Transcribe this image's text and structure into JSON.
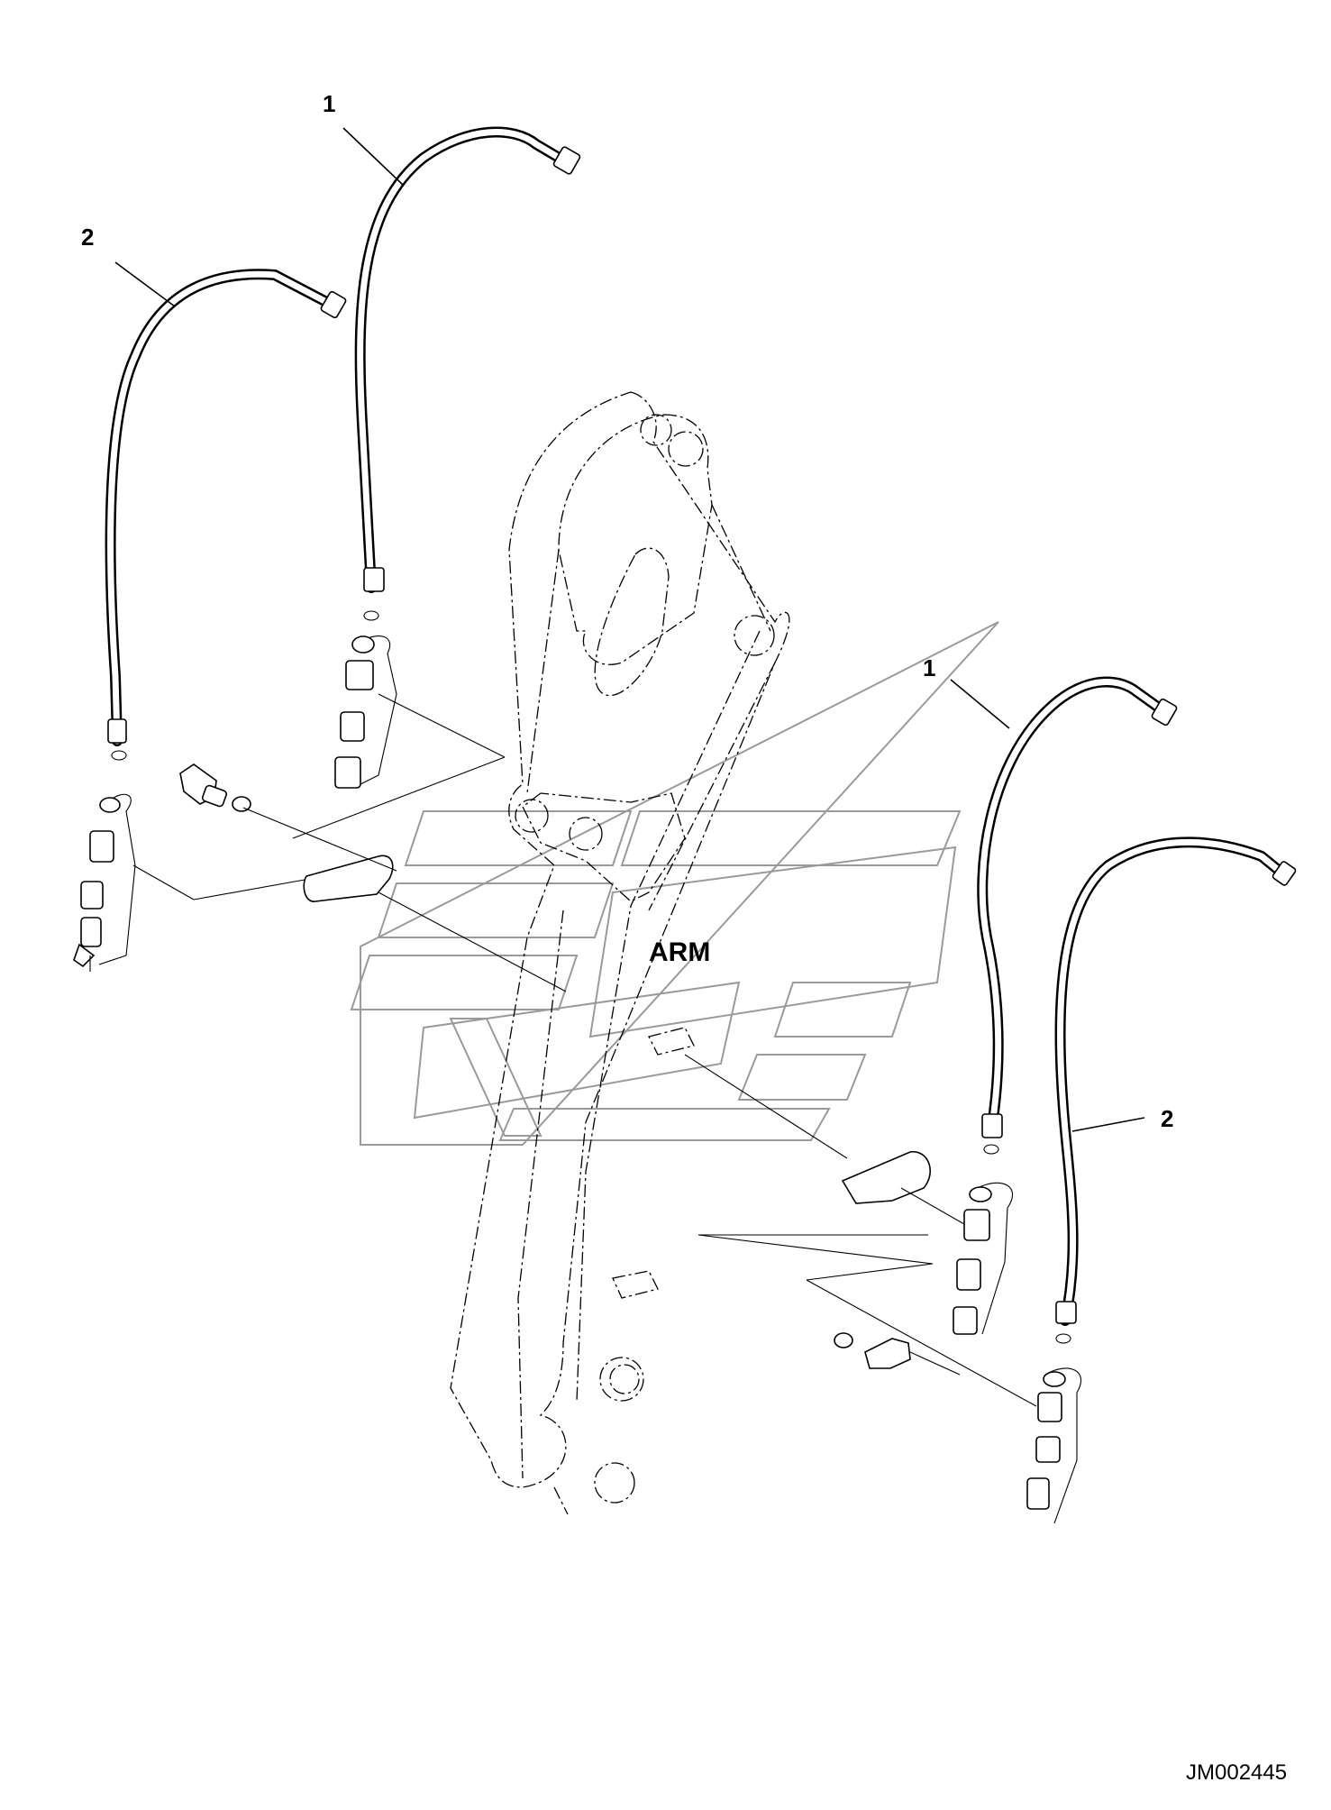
{
  "diagram": {
    "labels": {
      "arm": "ARM",
      "part_1_upper": "1",
      "part_2_upper": "2",
      "part_1_lower": "1",
      "part_2_lower": "2"
    },
    "reference_code": "JM002445"
  }
}
